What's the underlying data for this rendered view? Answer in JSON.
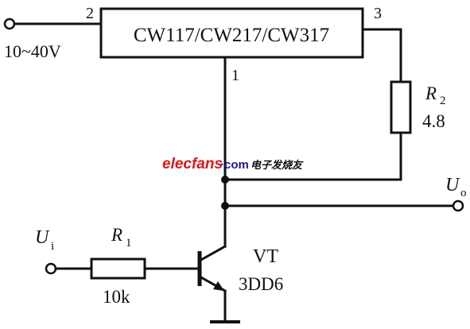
{
  "regulator": {
    "label": "CW117/CW217/CW317",
    "pin_in": "2",
    "pin_adj": "1",
    "pin_out": "3"
  },
  "input_voltage": "10~40V",
  "r2": {
    "name": "R",
    "sub": "2",
    "value": "4.8"
  },
  "r1": {
    "name": "R",
    "sub": "1",
    "value": "10k"
  },
  "output": {
    "name": "U",
    "sub": "o"
  },
  "input_signal": {
    "name": "U",
    "sub": "i"
  },
  "transistor": {
    "name": "VT",
    "model": "3DD6"
  },
  "watermark": {
    "site": "elecfans",
    "dotcom": "·com",
    "cn": "电子发烧友"
  },
  "colors": {
    "ink": "#111111",
    "watermark_red": "#d81818",
    "watermark_blue": "#1a1a8c"
  }
}
